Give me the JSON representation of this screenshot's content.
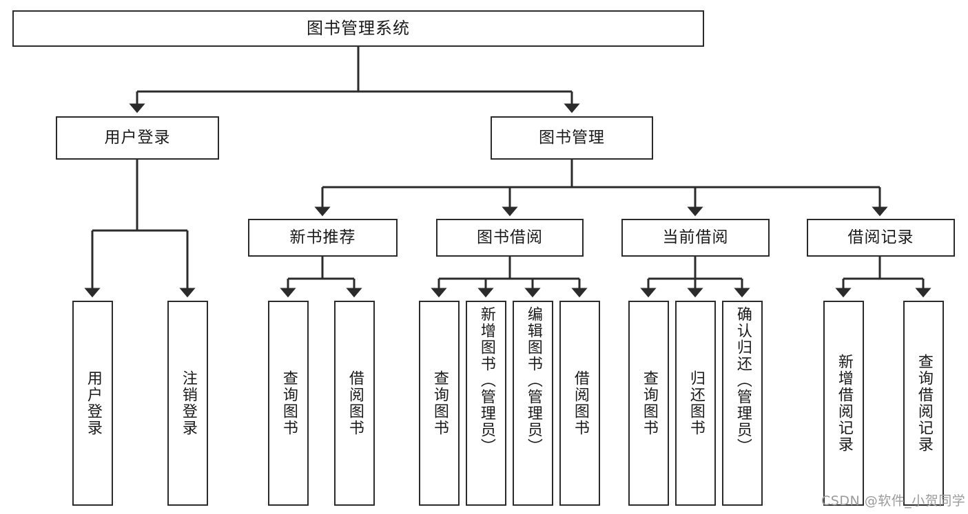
{
  "diagram": {
    "title": "图书管理系统",
    "type": "tree-hierarchy",
    "watermark": "CSDN @软件_小贺同学",
    "colors": {
      "stroke": "#2b2b2b",
      "fill": "#ffffff",
      "text": "#1a1a1a",
      "watermark": "#9b9b9b"
    },
    "nodes": {
      "root": {
        "label": "图书管理系统"
      },
      "level2": [
        {
          "id": "user-login",
          "label": "用户登录"
        },
        {
          "id": "book-manage",
          "label": "图书管理"
        }
      ],
      "level3": [
        {
          "id": "new-book-recommend",
          "label": "新书推荐"
        },
        {
          "id": "book-borrow",
          "label": "图书借阅"
        },
        {
          "id": "current-borrow",
          "label": "当前借阅"
        },
        {
          "id": "borrow-record",
          "label": "借阅记录"
        }
      ],
      "leaves": {
        "user-login": [
          {
            "id": "leaf-user-login",
            "label": "用户登录"
          },
          {
            "id": "leaf-logout-login",
            "label": "注销登录"
          }
        ],
        "new-book-recommend": [
          {
            "id": "leaf-query-book-1",
            "label": "查询图书"
          },
          {
            "id": "leaf-borrow-book-1",
            "label": "借阅图书"
          }
        ],
        "book-borrow": [
          {
            "id": "leaf-query-book-2",
            "label": "查询图书"
          },
          {
            "id": "leaf-add-book",
            "label": "新增图书（管理员）"
          },
          {
            "id": "leaf-edit-book",
            "label": "编辑图书（管理员）"
          },
          {
            "id": "leaf-borrow-book-2",
            "label": "借阅图书"
          }
        ],
        "current-borrow": [
          {
            "id": "leaf-query-book-3",
            "label": "查询图书"
          },
          {
            "id": "leaf-return-book",
            "label": "归还图书"
          },
          {
            "id": "leaf-confirm-return",
            "label": "确认归还（管理员）"
          }
        ],
        "borrow-record": [
          {
            "id": "leaf-add-record",
            "label": "新增借阅记录"
          },
          {
            "id": "leaf-query-record",
            "label": "查询借阅记录"
          }
        ]
      }
    }
  }
}
